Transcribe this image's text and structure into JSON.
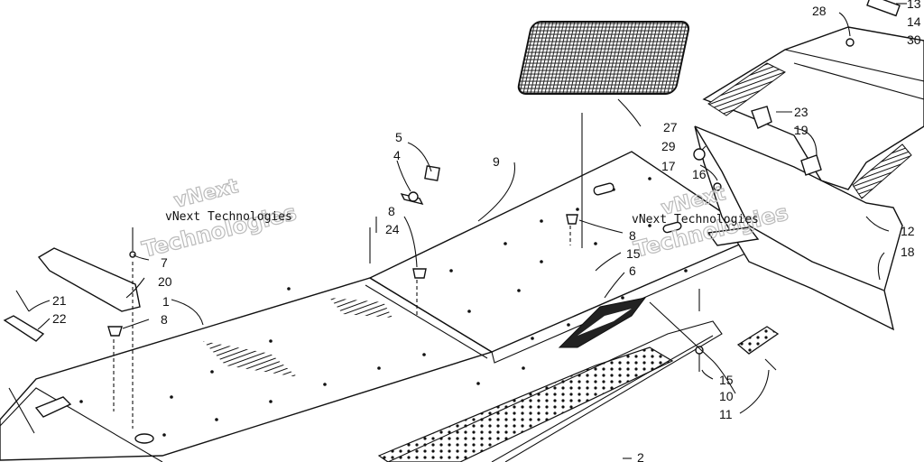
{
  "watermark": {
    "left_small": "vNext Technologies",
    "left_big_1": "vNext",
    "left_big_2": "Technologies",
    "right_small": "vNext Technologies",
    "right_big_1": "vNext",
    "right_big_2": "Technologies"
  },
  "callouts": [
    {
      "id": "c13",
      "text": "13"
    },
    {
      "id": "c14",
      "text": "14"
    },
    {
      "id": "c30",
      "text": "30"
    },
    {
      "id": "c28",
      "text": "28"
    },
    {
      "id": "c27",
      "text": "27"
    },
    {
      "id": "c23",
      "text": "23"
    },
    {
      "id": "c19",
      "text": "19"
    },
    {
      "id": "c29",
      "text": "29"
    },
    {
      "id": "c17",
      "text": "17"
    },
    {
      "id": "c16",
      "text": "16"
    },
    {
      "id": "c12",
      "text": "12"
    },
    {
      "id": "c18",
      "text": "18"
    },
    {
      "id": "c5",
      "text": "5"
    },
    {
      "id": "c4",
      "text": "4"
    },
    {
      "id": "c9",
      "text": "9"
    },
    {
      "id": "c8a",
      "text": "8"
    },
    {
      "id": "c24",
      "text": "24"
    },
    {
      "id": "c8b",
      "text": "8"
    },
    {
      "id": "c15a",
      "text": "15"
    },
    {
      "id": "c6",
      "text": "6"
    },
    {
      "id": "c7",
      "text": "7"
    },
    {
      "id": "c20",
      "text": "20"
    },
    {
      "id": "c1",
      "text": "1"
    },
    {
      "id": "c21",
      "text": "21"
    },
    {
      "id": "c22",
      "text": "22"
    },
    {
      "id": "c8c",
      "text": "8"
    },
    {
      "id": "c15b",
      "text": "15"
    },
    {
      "id": "c10",
      "text": "10"
    },
    {
      "id": "c11",
      "text": "11"
    },
    {
      "id": "c2",
      "text": "2"
    }
  ]
}
